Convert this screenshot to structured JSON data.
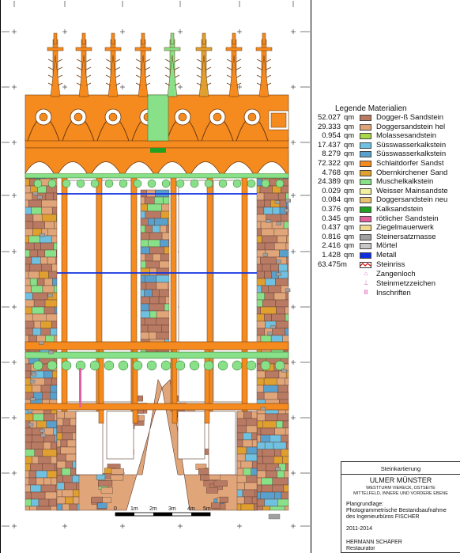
{
  "legend": {
    "title": "Legende Materialien",
    "unit": "qm",
    "items": [
      {
        "value": "52.027",
        "unit": "qm",
        "name": "Dogger-ß Sandstein",
        "color": "#b87a62"
      },
      {
        "value": "29.333",
        "unit": "qm",
        "name": "Doggersandstein hel",
        "color": "#e0a67a"
      },
      {
        "value": "0.954",
        "unit": "qm",
        "name": "Molassesandstein",
        "color": "#a8d848"
      },
      {
        "value": "17.437",
        "unit": "qm",
        "name": "Süsswasserkalkstein",
        "color": "#70c0e0"
      },
      {
        "value": "8.279",
        "unit": "qm",
        "name": "Süsswasserkalkstein",
        "color": "#5aa0cc"
      },
      {
        "value": "72.322",
        "unit": "qm",
        "name": "Schlaitdorfer Sandst",
        "color": "#f58a1f"
      },
      {
        "value": "4.768",
        "unit": "qm",
        "name": "Obernkirchener Sand",
        "color": "#e0a030"
      },
      {
        "value": "24.389",
        "unit": "qm",
        "name": "Muschelkalkstein",
        "color": "#88e088"
      },
      {
        "value": "0.029",
        "unit": "qm",
        "name": "Weisser Mainsandste",
        "color": "#f0f0a0"
      },
      {
        "value": "0.084",
        "unit": "qm",
        "name": "Doggersandstein neu",
        "color": "#e8c070"
      },
      {
        "value": "0.376",
        "unit": "qm",
        "name": "Kalksandstein",
        "color": "#22a022"
      },
      {
        "value": "0.345",
        "unit": "qm",
        "name": "rötlicher Sandstein",
        "color": "#e060a0"
      },
      {
        "value": "0.437",
        "unit": "qm",
        "name": "Ziegelmauerwerk",
        "color": "#f0d890"
      },
      {
        "value": "0.816",
        "unit": "qm",
        "name": "Steinersatzmasse",
        "color": "#a0a0a0"
      },
      {
        "value": "2.416",
        "unit": "qm",
        "name": "Mörtel",
        "color": "#c8c8c8"
      },
      {
        "value": "1.428",
        "unit": "qm",
        "name": "Metall",
        "color": "#1030e0"
      },
      {
        "value": "63.475",
        "unit": "m",
        "name": "Steinriss",
        "color": "#ffffff"
      }
    ],
    "symbols": [
      {
        "glyph": "⌂",
        "name": "Zangenloch"
      },
      {
        "glyph": "⊥",
        "name": "Steinmetzzeichen"
      },
      {
        "glyph": "Ⅲ",
        "name": "Inschriften"
      }
    ]
  },
  "titleblock": {
    "heading": "Steinkartierung",
    "title": "ULMER MÜNSTER",
    "sub1": "WESTTURM VIERECK, OSTSEITE",
    "sub2": "MITTELFELD, INNERE UND VORDERE EBENE",
    "basis1": "Plangrundlage:",
    "basis2": "Photogrammetrische Bestandsaufnahme",
    "basis3": "des Ingenieurbüros FISCHER",
    "date": "2011-2014",
    "author1": "HERMANN SCHÄFER",
    "author2": "Restaurator"
  },
  "scale": {
    "labels": [
      "0",
      "1m",
      "2m",
      "3m",
      "4m",
      "5m"
    ]
  }
}
